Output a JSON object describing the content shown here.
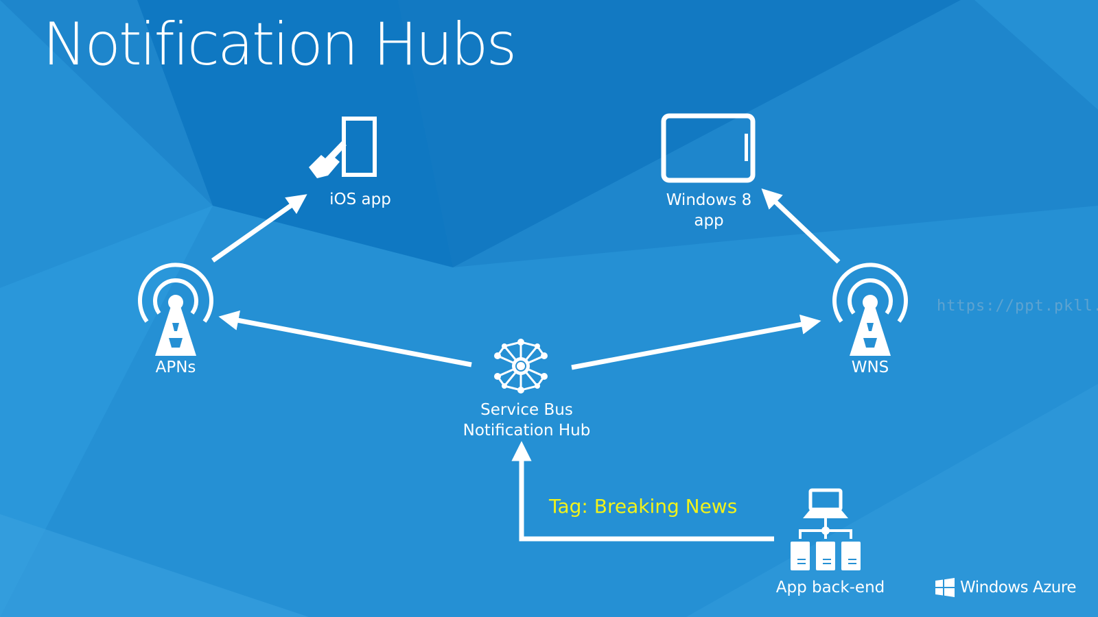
{
  "title": "Notification Hubs",
  "nodes": {
    "ios": "iOS app",
    "windows": "Windows 8\napp",
    "apns": "APNs",
    "wns": "WNS",
    "hub": "Service Bus\nNotification Hub",
    "backend": "App back-end"
  },
  "tag": "Tag: Breaking News",
  "watermark": "https://ppt.pkll.de",
  "brand": "Windows Azure",
  "colors": {
    "background": "#2590d4",
    "tag_text": "#f2f21a",
    "foreground": "#ffffff"
  }
}
